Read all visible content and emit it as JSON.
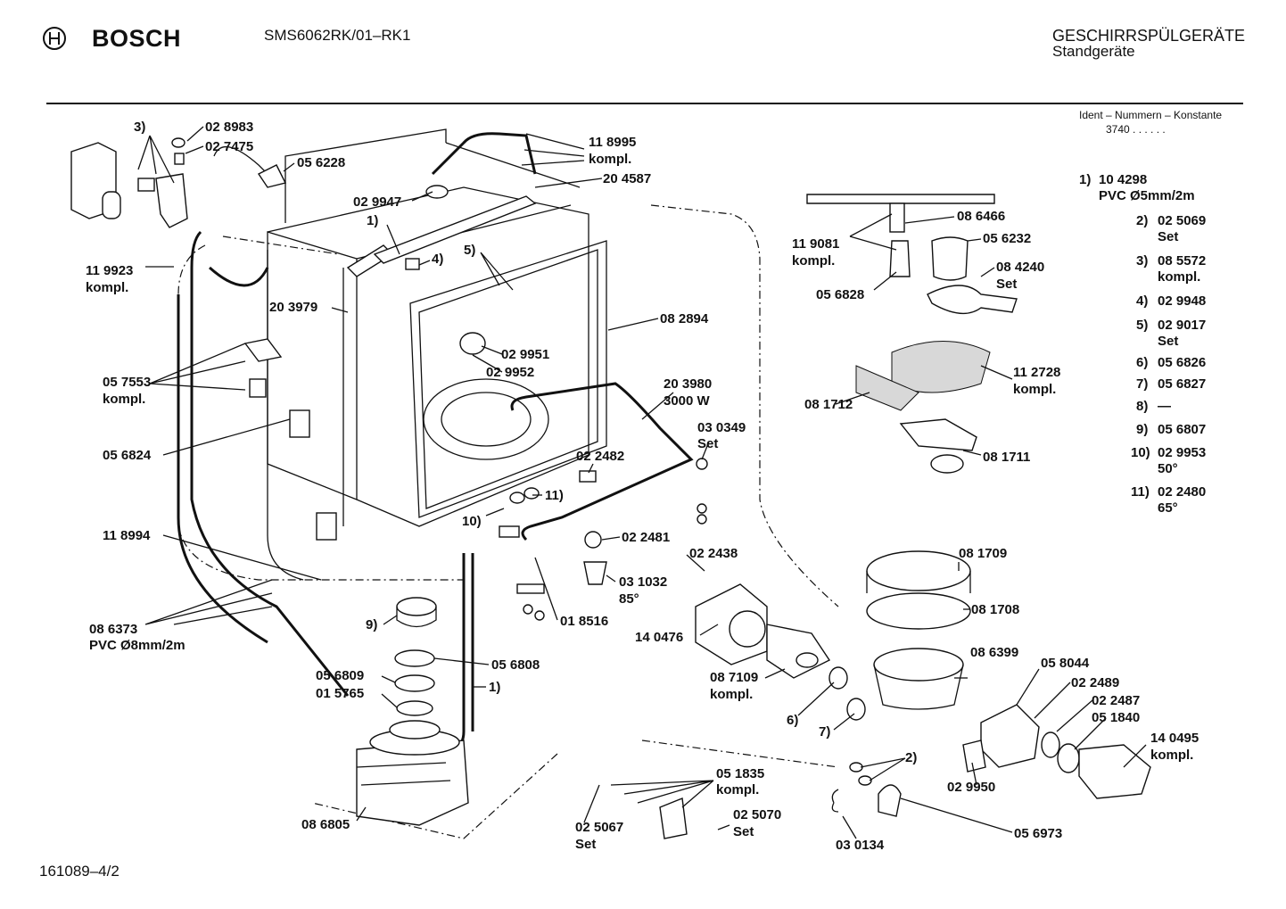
{
  "header": {
    "brand": "BOSCH",
    "model": "SMS6062RK/01–RK1",
    "category": "GESCHIRRSPÜLGERÄTE",
    "subcategory": "Standgeräte",
    "ident_label": "Ident – Nummern – Konstante",
    "ident_value": "3740  .  .  .  .  .  ."
  },
  "footer": {
    "drawing_no": "161089–4/2"
  },
  "part_labels": [
    "3)",
    "02 8983",
    "02 7475",
    "05 6228",
    "11 8995",
    "kompl.",
    "20 4587",
    "02 9947",
    "1)",
    "4)",
    "5)",
    "11 9923",
    "kompl.",
    "20 3979",
    "08 2894",
    "02 9951",
    "02 9952",
    "05 7553",
    "kompl.",
    "05 6824",
    "20 3980",
    "3000 W",
    "03 0349",
    "Set",
    "02 2482",
    "11)",
    "10)",
    "11 8994",
    "02 2481",
    "02 2438",
    "03 1032",
    "85°",
    "01 8516",
    "08 6373",
    "PVC Ø8mm/2m",
    "9)",
    "05 6808",
    "05 6809",
    "01 5765",
    "1)",
    "14 0476",
    "08 7109",
    "kompl.",
    "6)",
    "7)",
    "08 6805",
    "05 1835",
    "kompl.",
    "02 5067",
    "Set",
    "02 5070",
    "Set",
    "03 0134",
    "2)",
    "05 6973",
    "02 9950",
    "08 6466",
    "11 9081",
    "kompl.",
    "05 6232",
    "08 4240",
    "Set",
    "05 6828",
    "11 2728",
    "kompl.",
    "08 1712",
    "08 1711",
    "08 1709",
    "08 1708",
    "08 6399",
    "05 8044",
    "02 2489",
    "02 2487",
    "05 1840",
    "14 0495",
    "kompl."
  ],
  "legend": [
    {
      "n": "1)",
      "l1": "10 4298",
      "l2": "PVC Ø5mm/2m"
    },
    {
      "n": "2)",
      "l1": "02 5069",
      "l2": "Set"
    },
    {
      "n": "3)",
      "l1": "08 5572",
      "l2": "kompl."
    },
    {
      "n": "4)",
      "l1": "02 9948",
      "l2": ""
    },
    {
      "n": "5)",
      "l1": "02 9017",
      "l2": "Set"
    },
    {
      "n": "6)",
      "l1": "05 6826",
      "l2": ""
    },
    {
      "n": "7)",
      "l1": "05 6827",
      "l2": ""
    },
    {
      "n": "8)",
      "l1": "—",
      "l2": ""
    },
    {
      "n": "9)",
      "l1": "05 6807",
      "l2": ""
    },
    {
      "n": "10)",
      "l1": "02 9953",
      "l2": "50°"
    },
    {
      "n": "11)",
      "l1": "02 2480",
      "l2": "65°"
    }
  ]
}
